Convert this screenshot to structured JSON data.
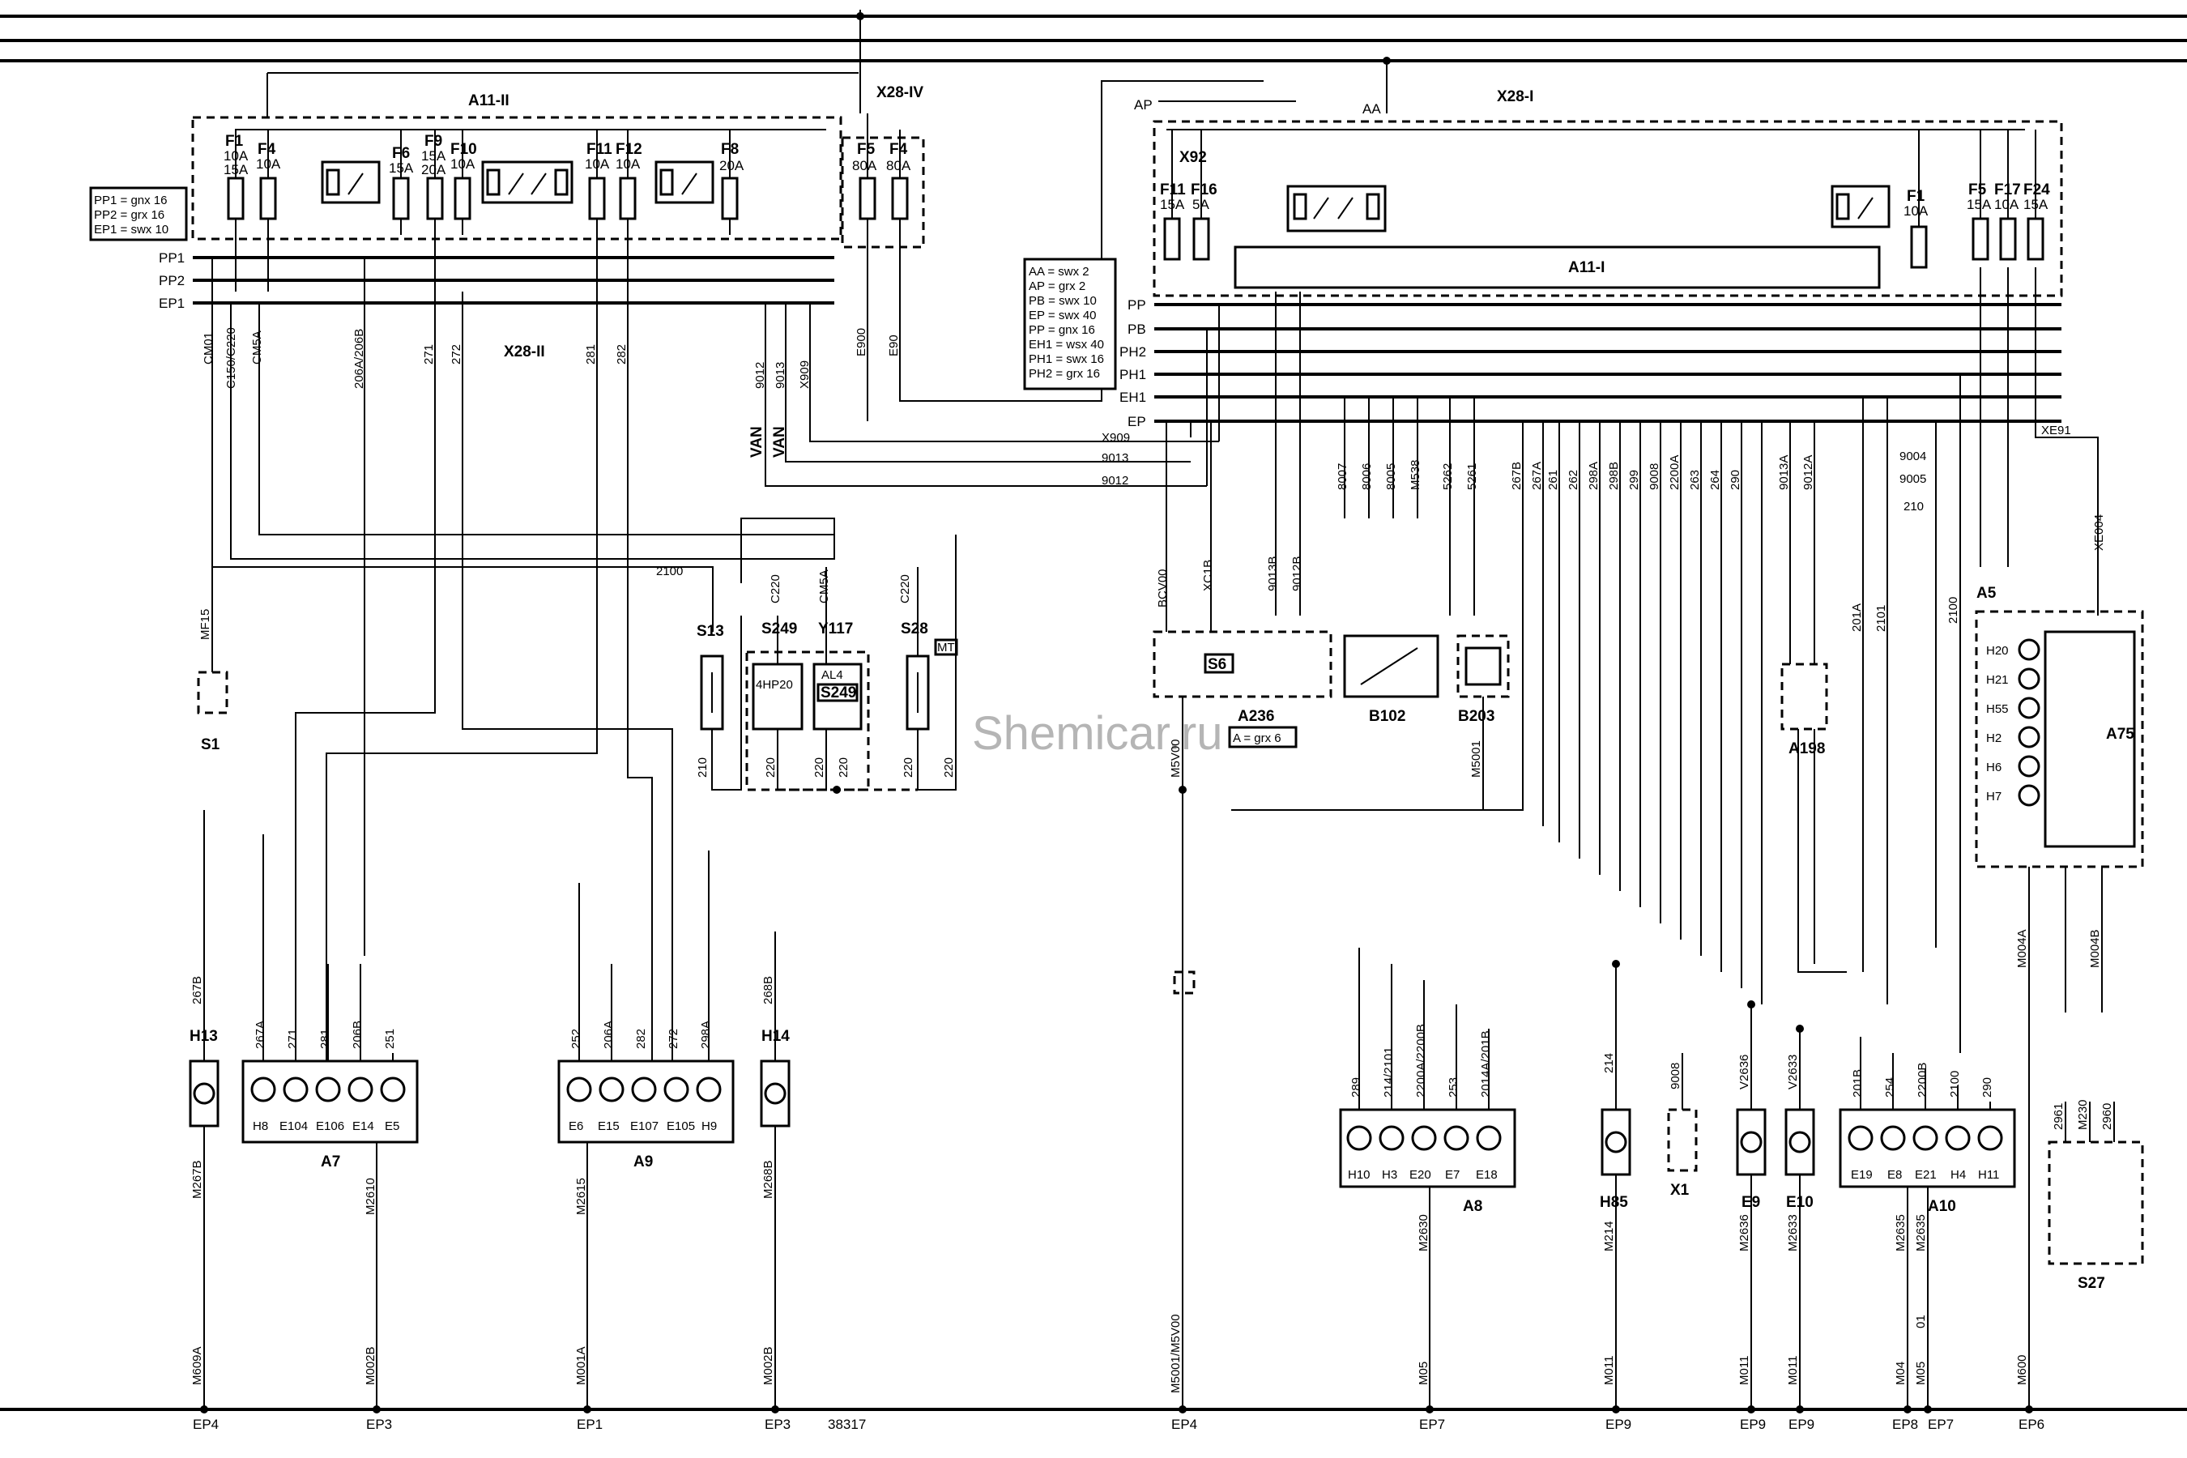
{
  "watermark": "Shemicar.ru",
  "drawing_number": "38317",
  "connectors": {
    "x28_ii": "X28-II",
    "x28_iv": "X28-IV",
    "x28_i": "X28-I",
    "x92": "X92"
  },
  "modules": {
    "a11_ii": "A11-II",
    "a11_i": "A11-I",
    "a236": "A236",
    "a236_note": "A = grx 6",
    "a236_inner": "S6",
    "b102": "B102",
    "b203": "B203",
    "a198": "A198",
    "a5": "A5",
    "a75": "A75",
    "s27": "S27",
    "s1": "S1",
    "s13": "S13",
    "s249": "S249",
    "y117": "Y117",
    "y117_inner": "4HP20",
    "y117_al4": "AL4",
    "y117_s249": "S249",
    "s28": "S28",
    "s28_tag": "MT",
    "x1": "X1",
    "h85": "H85",
    "e9": "E9",
    "e10": "E10",
    "h13": "H13",
    "h14": "H14",
    "a7": "A7",
    "a9": "A9",
    "a8": "A8",
    "a10": "A10"
  },
  "legend_left": [
    "PP1 = gnx 16",
    "PP2 = grx 16",
    "EP1 = swx 10"
  ],
  "legend_right": [
    "AA = swx 2",
    "AP = grx 2",
    "PB = swx 10",
    "EP = swx 40",
    "PP = gnx 16",
    "EH1 = wsx 40",
    "PH1 = swx 16",
    "PH2 = grx 16"
  ],
  "fuses_a11_ii": [
    {
      "name": "F1",
      "rating": "10A",
      "rating2": "15A"
    },
    {
      "name": "F4",
      "rating": "10A"
    },
    {
      "name": "F6",
      "rating": "15A"
    },
    {
      "name": "F9",
      "rating": "15A",
      "rating2": "20A"
    },
    {
      "name": "F10",
      "rating": "10A"
    },
    {
      "name": "F11",
      "rating": "10A"
    },
    {
      "name": "F12",
      "rating": "10A"
    },
    {
      "name": "F8",
      "rating": "20A"
    }
  ],
  "fuses_x28_iv": [
    {
      "name": "F5",
      "rating": "80A"
    },
    {
      "name": "F4",
      "rating": "80A"
    }
  ],
  "fuses_a11_i": [
    {
      "name": "F11",
      "rating": "15A"
    },
    {
      "name": "F16",
      "rating": "5A"
    },
    {
      "name": "F1",
      "rating": "10A"
    },
    {
      "name": "F5",
      "rating": "15A"
    },
    {
      "name": "F17",
      "rating": "10A"
    },
    {
      "name": "F24",
      "rating": "15A"
    }
  ],
  "bus_left": [
    "PP1",
    "PP2",
    "EP1"
  ],
  "bus_right": [
    "PP",
    "PB",
    "PH2",
    "PH1",
    "EH1",
    "EP"
  ],
  "top_labels": {
    "ap": "AP",
    "aa": "AA"
  },
  "left_wires": [
    "CM01",
    "C150/C220",
    "CM5A",
    "206A/206B",
    "271",
    "272",
    "281",
    "282",
    "9012",
    "9013",
    "X909",
    "E900",
    "E90"
  ],
  "van_labels": [
    "VAN",
    "VAN"
  ],
  "center_wires": [
    "X909",
    "9013",
    "9012",
    "BCV00",
    "XC1B",
    "9013B",
    "9012B",
    "8007",
    "8006",
    "8005",
    "M538",
    "5262",
    "5261",
    "267B",
    "267A",
    "261",
    "262",
    "298A",
    "298B",
    "299",
    "9008",
    "2200A",
    "263",
    "264",
    "290",
    "9013A",
    "9012A",
    "201A",
    "2101",
    "9004",
    "9005",
    "210",
    "XE91",
    "XE004",
    "2100",
    "2100"
  ],
  "misc_wires": [
    "MF15",
    "210",
    "C220",
    "CM5A",
    "C220",
    "220",
    "220",
    "220",
    "220",
    "220",
    "M5V00",
    "M5001"
  ],
  "a5_lamps": [
    "H20",
    "H21",
    "H55",
    "H2",
    "H6",
    "H7"
  ],
  "a7_items": [
    "H8",
    "E104",
    "E106",
    "E14",
    "E5"
  ],
  "a7_wires": [
    "267A",
    "271",
    "281",
    "206B",
    "251"
  ],
  "a9_items": [
    "E6",
    "E15",
    "E107",
    "E105",
    "H9"
  ],
  "a9_wires": [
    "252",
    "206A",
    "282",
    "272",
    "298A"
  ],
  "a8_items": [
    "H10",
    "H3",
    "E20",
    "E7",
    "E18"
  ],
  "a8_wires": [
    "289",
    "214/2101",
    "2200A/2200B",
    "253",
    "2014A/201B"
  ],
  "a10_items": [
    "E19",
    "E8",
    "E21",
    "H4",
    "H11"
  ],
  "a10_wires": [
    "201B",
    "254",
    "2200B",
    "2100",
    "290"
  ],
  "bottom_wires": [
    "267B",
    "M267B",
    "M609A",
    "M2610",
    "M002B",
    "M2615",
    "M001A",
    "268B",
    "M268B",
    "M002B",
    "M5001/M5V00",
    "M2630",
    "M05",
    "214",
    "M214",
    "M011",
    "9008",
    "V2636",
    "M2636",
    "M011",
    "V2633",
    "M2633",
    "M011",
    "M2635",
    "M2635",
    "M04",
    "M05",
    "01",
    "M004A",
    "M004B",
    "2961",
    "M230",
    "2960",
    "M600"
  ],
  "ground_points": [
    "EP4",
    "EP3",
    "EP1",
    "EP3",
    "EP4",
    "EP7",
    "EP9",
    "EP9",
    "EP9",
    "EP8",
    "EP7",
    "EP6"
  ]
}
